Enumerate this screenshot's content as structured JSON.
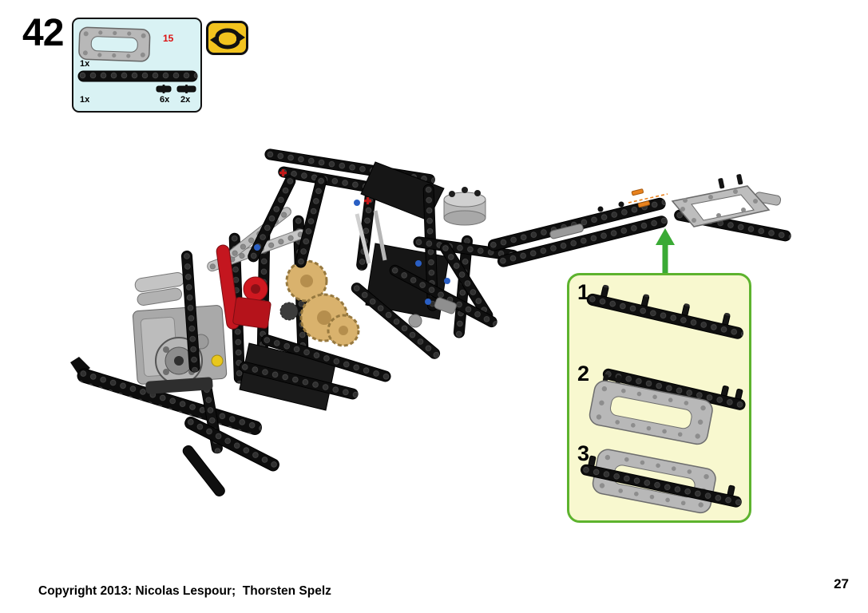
{
  "page": {
    "step_number": "42",
    "page_number": "27",
    "copyright_text": "Copyright 2013: Nicolas Lespour;  Thorsten Spelz"
  },
  "parts_box": {
    "beam_length_label": "15",
    "items": [
      {
        "part": "liftarm-frame-5x11-gray",
        "count": "1x"
      },
      {
        "part": "beam-15-black",
        "count": "1x"
      },
      {
        "part": "pin-black",
        "count": "6x"
      },
      {
        "part": "pin-long-black",
        "count": "2x"
      }
    ]
  },
  "flip_symbol": {
    "icon": "rotate-model-icon"
  },
  "callout": {
    "arrow_icon": "green-up-arrow",
    "steps": [
      {
        "label": "1"
      },
      {
        "label": "2"
      },
      {
        "label": "3"
      }
    ]
  },
  "colors": {
    "parts_box_bg": "#d9f2f4",
    "parts_box_border": "#111111",
    "flip_icon_bg": "#f2c31e",
    "callout_bg": "#f8f8cf",
    "callout_border": "#5db32e",
    "arrow_green": "#3aaa35",
    "length_label_red": "#dd1111"
  }
}
